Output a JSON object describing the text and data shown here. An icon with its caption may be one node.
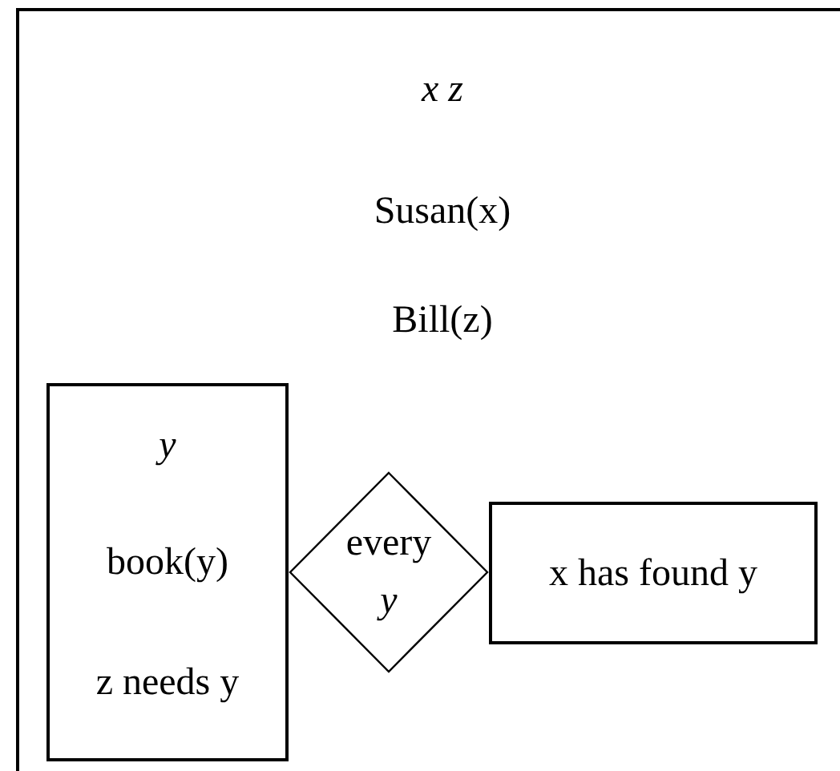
{
  "diagram": {
    "nodes": [
      {
        "text": [
          "x z",
          "Susan(x)",
          "Bill(z)"
        ]
      },
      {
        "text": [
          "y",
          "book(y)",
          "z needs y"
        ],
        "in": 0
      },
      {
        "text": [
          "every *y*"
        ],
        "in": 0
      },
      {
        "text": [
          "x has found y"
        ],
        "in": 0
      }
    ]
  }
}
